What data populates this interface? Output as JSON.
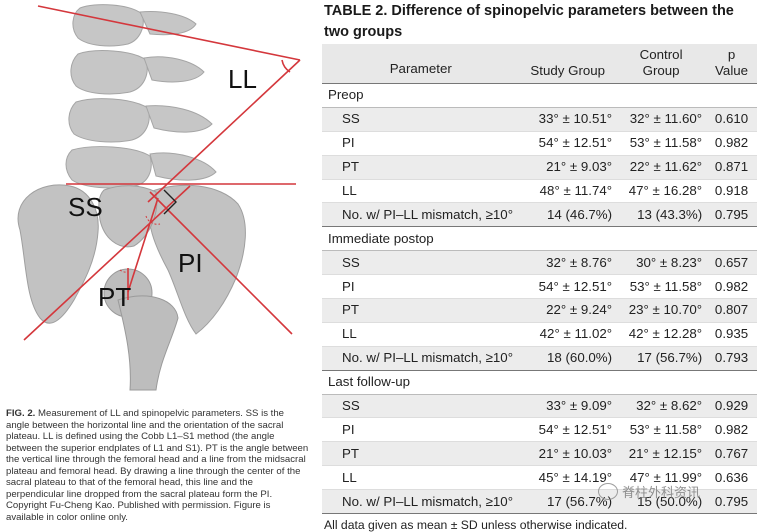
{
  "figure": {
    "labels": {
      "ll": "LL",
      "ss": "SS",
      "pi": "PI",
      "pt": "PT"
    },
    "caption_label": "FIG. 2.",
    "caption_text": " Measurement of LL and spinopelvic parameters. SS is the angle between the horizontal line and the orientation of the sacral plateau. LL is defined using the Cobb L1–S1 method (the angle between the superior endplates of L1 and S1). PT is the angle between the vertical line through the femoral head and a line from the midsacral plateau and femoral head. By drawing a line through the center of the sacral plateau to that of the femoral head, this line and the perpendicular line dropped from the sacral plateau form the PI. Copyright Fu-Cheng Kao. Published with permission. Figure is available in color online only.",
    "line_color": "#d4373c",
    "bone_color": "#c4c4c4"
  },
  "table": {
    "title": "TABLE 2. Difference of spinopelvic parameters between the two groups",
    "headers": [
      "Parameter",
      "Study Group",
      "Control Group",
      "p Value"
    ],
    "sections": [
      {
        "name": "Preop",
        "rows": [
          [
            "SS",
            "33° ± 10.51°",
            "32° ± 11.60°",
            "0.610"
          ],
          [
            "PI",
            "54° ± 12.51°",
            "53° ± 11.58°",
            "0.982"
          ],
          [
            "PT",
            "21° ± 9.03°",
            "22° ± 11.62°",
            "0.871"
          ],
          [
            "LL",
            "48° ± 11.74°",
            "47° ± 16.28°",
            "0.918"
          ],
          [
            "No. w/ PI–LL mismatch, ≥10°",
            "14 (46.7%)",
            "13 (43.3%)",
            "0.795"
          ]
        ]
      },
      {
        "name": "Immediate postop",
        "rows": [
          [
            "SS",
            "32° ± 8.76°",
            "30° ± 8.23°",
            "0.657"
          ],
          [
            "PI",
            "54° ± 12.51°",
            "53° ± 11.58°",
            "0.982"
          ],
          [
            "PT",
            "22° ± 9.24°",
            "23° ± 10.70°",
            "0.807"
          ],
          [
            "LL",
            "42° ± 11.02°",
            "42° ± 12.28°",
            "0.935"
          ],
          [
            "No. w/ PI–LL mismatch, ≥10°",
            "18 (60.0%)",
            "17 (56.7%)",
            "0.793"
          ]
        ]
      },
      {
        "name": "Last follow-up",
        "rows": [
          [
            "SS",
            "33° ± 9.09°",
            "32° ± 8.62°",
            "0.929"
          ],
          [
            "PI",
            "54° ± 12.51°",
            "53° ± 11.58°",
            "0.982"
          ],
          [
            "PT",
            "21° ± 10.03°",
            "21° ± 12.15°",
            "0.767"
          ],
          [
            "LL",
            "45° ± 14.19°",
            "47° ± 11.99°",
            "0.636"
          ],
          [
            "No. w/ PI–LL mismatch, ≥10°",
            "17 (56.7%)",
            "15 (50.0%)",
            "0.795"
          ]
        ]
      }
    ],
    "note": "All data given as mean ± SD unless otherwise indicated."
  },
  "watermark": {
    "text": "脊柱外科资讯"
  }
}
